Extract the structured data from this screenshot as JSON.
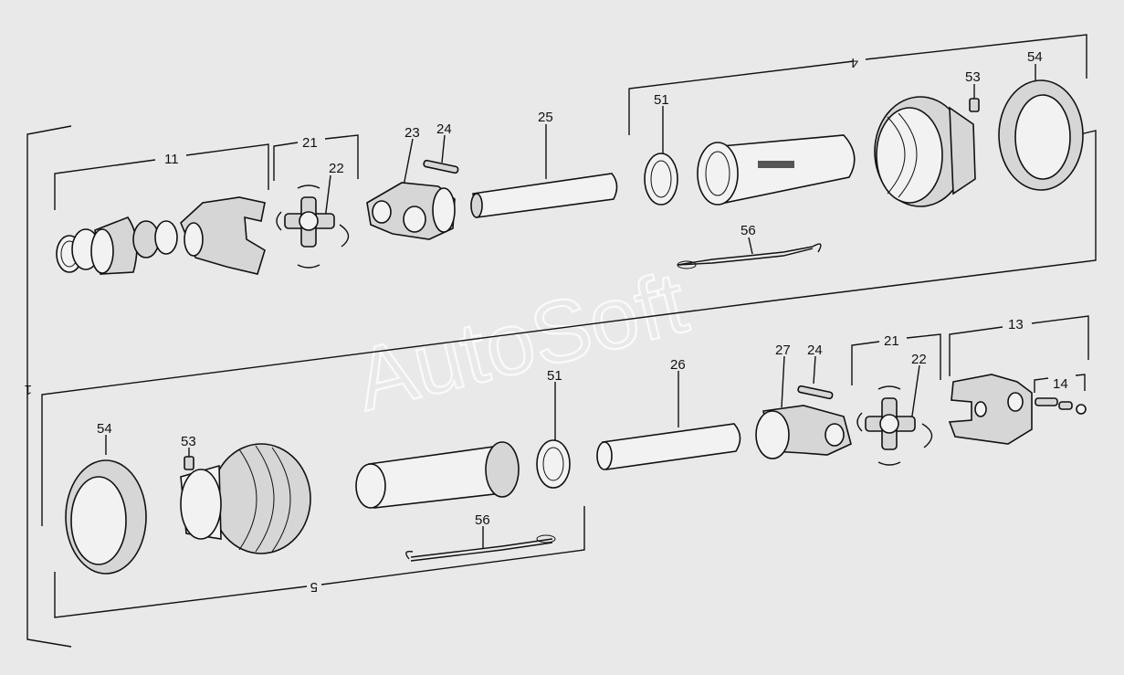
{
  "watermark": "AutoSoft",
  "callouts": {
    "top": {
      "c11": "11",
      "c21": "21",
      "c22": "22",
      "c23": "23",
      "c24": "24",
      "c25": "25",
      "c51": "51",
      "c56": "56",
      "c53": "53",
      "c54": "54",
      "c4": "4"
    },
    "bottom": {
      "c54": "54",
      "c53": "53",
      "c51": "51",
      "c26": "26",
      "c27": "27",
      "c24": "24",
      "c21": "21",
      "c22": "22",
      "c13": "13",
      "c14": "14",
      "c56": "56",
      "c5": "5"
    },
    "left": {
      "c1": "1"
    }
  }
}
